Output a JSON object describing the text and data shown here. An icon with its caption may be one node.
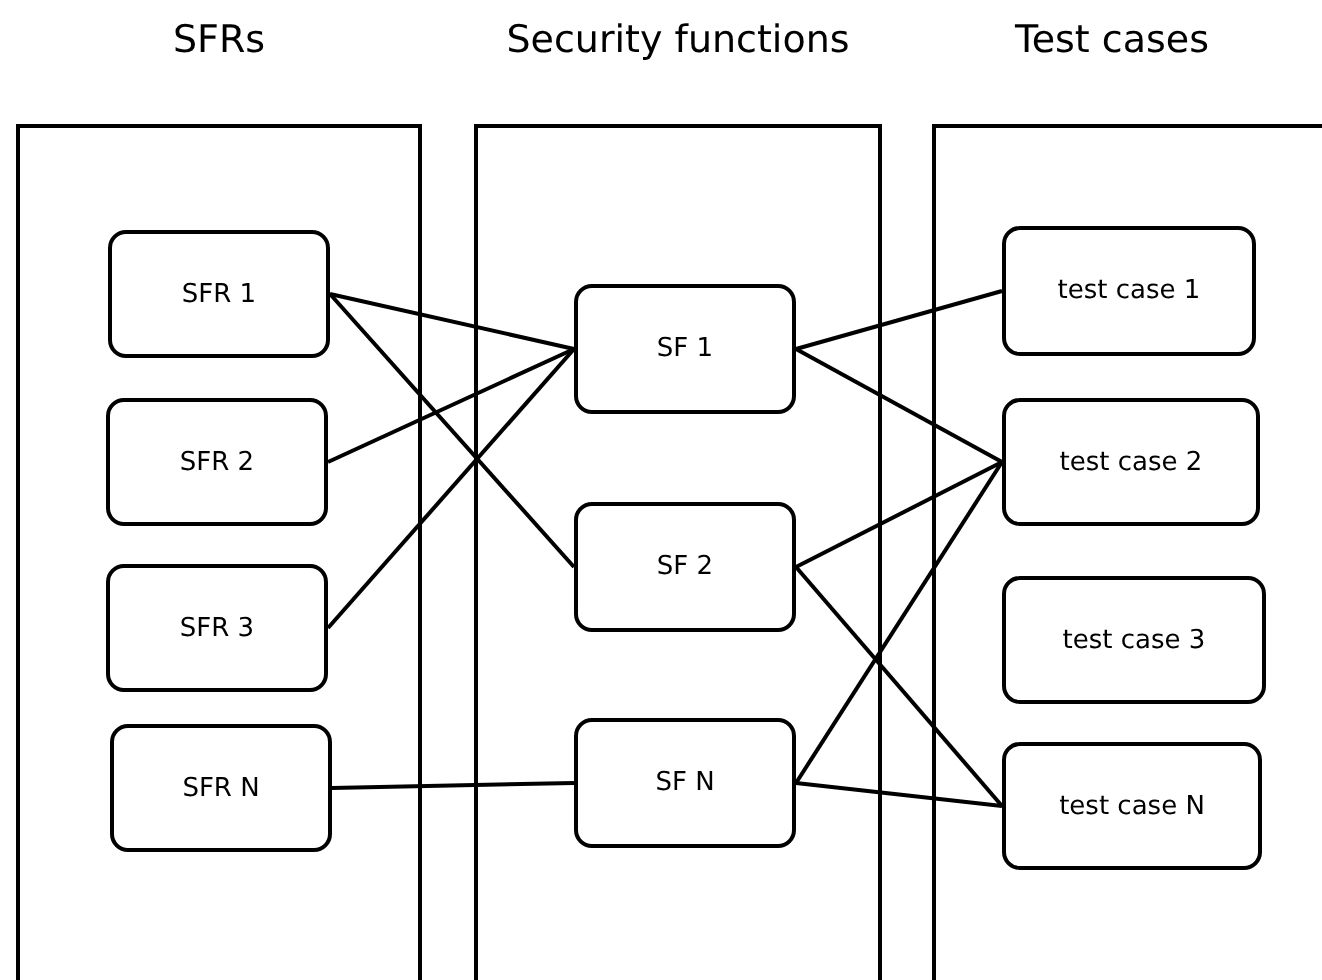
{
  "diagram": {
    "nodes": [
      {
        "text": [
          "SFRs"
        ]
      },
      {
        "text": [
          "Security functions"
        ]
      },
      {
        "text": [
          "Test cases"
        ]
      },
      {
        "text": [
          "SFR 1"
        ],
        "in": 0
      },
      {
        "text": [
          "SFR 2"
        ],
        "in": 0
      },
      {
        "text": [
          "SFR 3"
        ],
        "in": 0
      },
      {
        "text": [
          "SFR N"
        ],
        "in": 0
      },
      {
        "text": [
          "SF 1"
        ],
        "in": 1
      },
      {
        "text": [
          "SF 2"
        ],
        "in": 1
      },
      {
        "text": [
          "SF N"
        ],
        "in": 1
      },
      {
        "text": [
          "test case 1"
        ],
        "in": 2
      },
      {
        "text": [
          "test case 2"
        ],
        "in": 2
      },
      {
        "text": [
          "test case 3"
        ],
        "in": 2
      },
      {
        "text": [
          "test case N"
        ],
        "in": 2
      }
    ],
    "edges": [
      {
        "from": 3,
        "to": 7,
        "arrow": "none"
      },
      {
        "from": 3,
        "to": 8,
        "arrow": "none"
      },
      {
        "from": 4,
        "to": 7,
        "arrow": "none"
      },
      {
        "from": 5,
        "to": 7,
        "arrow": "none"
      },
      {
        "from": 6,
        "to": 9,
        "arrow": "none"
      },
      {
        "from": 7,
        "to": 10,
        "arrow": "none"
      },
      {
        "from": 7,
        "to": 11,
        "arrow": "none"
      },
      {
        "from": 8,
        "to": 11,
        "arrow": "none"
      },
      {
        "from": 8,
        "to": 13,
        "arrow": "none"
      },
      {
        "from": 9,
        "to": 11,
        "arrow": "none"
      },
      {
        "from": 9,
        "to": 13,
        "arrow": "none"
      }
    ]
  }
}
